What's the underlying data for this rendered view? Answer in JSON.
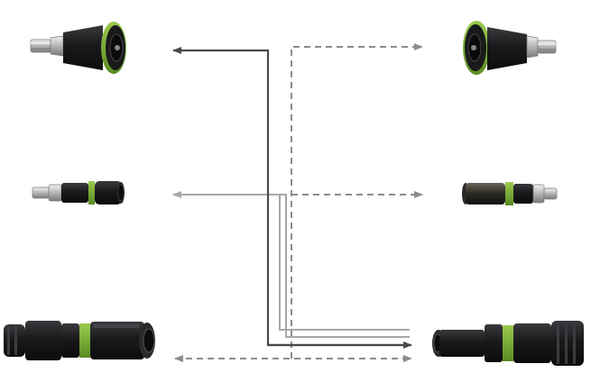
{
  "colors": {
    "background": "#ffffff",
    "dark_line": "#4a4a4a",
    "light_line": "#a8a8a8",
    "dashed_line": "#8c8c8c",
    "connector_body": "#1c1c1e",
    "accent_ring": "#7fb03a",
    "metal": "#c8c8c8"
  },
  "diagram": {
    "nodes": [
      {
        "id": "panel-receptacle-left",
        "side": "left",
        "icon": "panel-mount-connector-icon"
      },
      {
        "id": "inline-small-left",
        "side": "left",
        "icon": "small-inline-connector-icon"
      },
      {
        "id": "inline-large-left",
        "side": "left",
        "icon": "large-inline-cable-connector-icon"
      },
      {
        "id": "panel-receptacle-right",
        "side": "right",
        "icon": "panel-mount-connector-icon"
      },
      {
        "id": "inline-small-right",
        "side": "right",
        "icon": "small-inline-connector-icon"
      },
      {
        "id": "inline-large-right",
        "side": "right",
        "icon": "large-inline-cable-connector-icon"
      }
    ],
    "edges": [
      {
        "from": "inline-large-right",
        "to": "panel-receptacle-left",
        "style": "solid-dark"
      },
      {
        "from": "inline-large-right",
        "to": "inline-small-left",
        "style": "solid-light"
      },
      {
        "from": "inline-large-left",
        "to": "panel-receptacle-right",
        "style": "dashed"
      },
      {
        "from": "inline-large-left",
        "to": "inline-small-right",
        "style": "dashed"
      },
      {
        "from": "inline-large-left",
        "to": "inline-large-right",
        "style": "dashed-bidirectional"
      }
    ]
  }
}
